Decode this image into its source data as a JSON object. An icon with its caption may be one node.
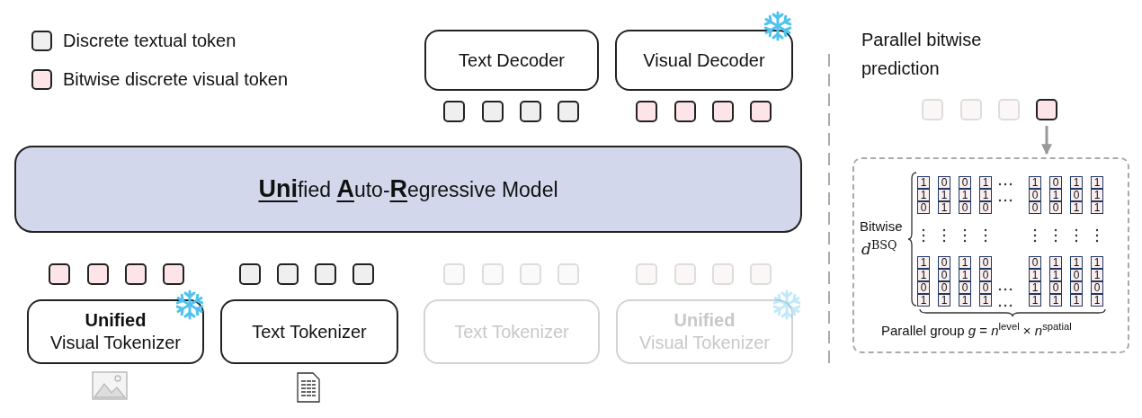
{
  "diagram": {
    "nodes": [
      {
        "text": [
          "Text Decoder"
        ]
      },
      {
        "text": [
          "Visual Decoder"
        ]
      },
      {
        "text": [],
        "shape": "box"
      },
      {
        "text": [],
        "shape": "box"
      },
      {
        "text": [],
        "shape": "box"
      },
      {
        "text": [],
        "shape": "box"
      },
      {
        "text": [],
        "shape": "box"
      },
      {
        "text": [],
        "shape": "box"
      },
      {
        "text": [],
        "shape": "box"
      },
      {
        "text": [],
        "shape": "box"
      },
      {
        "text": [],
        "shape": "box"
      },
      {
        "text": [],
        "shape": "box"
      },
      {
        "text": [],
        "shape": "box"
      },
      {
        "text": [],
        "shape": "box"
      },
      {
        "text": [
          "**Uni**fied **A**uto-**R**egressive Model"
        ]
      },
      {
        "text": [
          "Bitwise",
          "*d*$^{BSQ}$",
          "Parallel group *g* = *n*$^{level}$ × *n*$^{spatial}$"
        ]
      },
      {
        "text": [],
        "shape": "box"
      },
      {
        "text": [],
        "shape": "box"
      },
      {
        "text": [],
        "shape": "box"
      },
      {
        "text": [],
        "shape": "box"
      },
      {
        "text": [],
        "shape": "box"
      },
      {
        "text": [],
        "shape": "box"
      },
      {
        "text": [],
        "shape": "box"
      },
      {
        "text": [],
        "shape": "box"
      },
      {
        "text": [],
        "shape": "box"
      },
      {
        "text": [],
        "shape": "box"
      },
      {
        "text": [],
        "shape": "box"
      },
      {
        "text": [],
        "shape": "box"
      },
      {
        "text": [],
        "shape": "box"
      },
      {
        "text": [],
        "shape": "box"
      },
      {
        "text": [],
        "shape": "box"
      },
      {
        "text": [],
        "shape": "box"
      },
      {
        "text": [
          "Unified",
          "Visual Tokenizer"
        ]
      },
      {
        "text": [
          "Text Tokenizer"
        ]
      },
      {
        "text": [
          "Text Tokenizer"
        ]
      },
      {
        "text": [
          "Unified",
          "Visual Tokenizer"
        ]
      }
    ],
    "edges": [
      {
        "from": 13,
        "to": 15,
        "arrow": "to",
        "color": "#999999"
      }
    ],
    "labels": [
      "Parallel bitwise prediction",
      "1",
      "0",
      "0",
      "1",
      "1",
      "0",
      "1",
      "1",
      "1",
      "1",
      "1",
      "1",
      "0",
      "1",
      "0",
      "1",
      "0",
      "1",
      "0",
      "0",
      "0",
      "0",
      "1",
      "1",
      "1",
      "0",
      "1",
      "0",
      "0",
      "1",
      "1",
      "1",
      "1",
      "0",
      "1",
      "0",
      "1",
      "1",
      "0",
      "1",
      "0",
      "0",
      "0",
      "0",
      "1",
      "0",
      "0",
      "0",
      "1",
      "1",
      "1",
      "1",
      "1",
      "1",
      "1",
      "1"
    ],
    "legend": [
      {
        "text": "Discrete textual token",
        "color": "#efefef"
      },
      {
        "text": "Bitwise discrete visual token",
        "color": "#fce4e8"
      }
    ]
  }
}
